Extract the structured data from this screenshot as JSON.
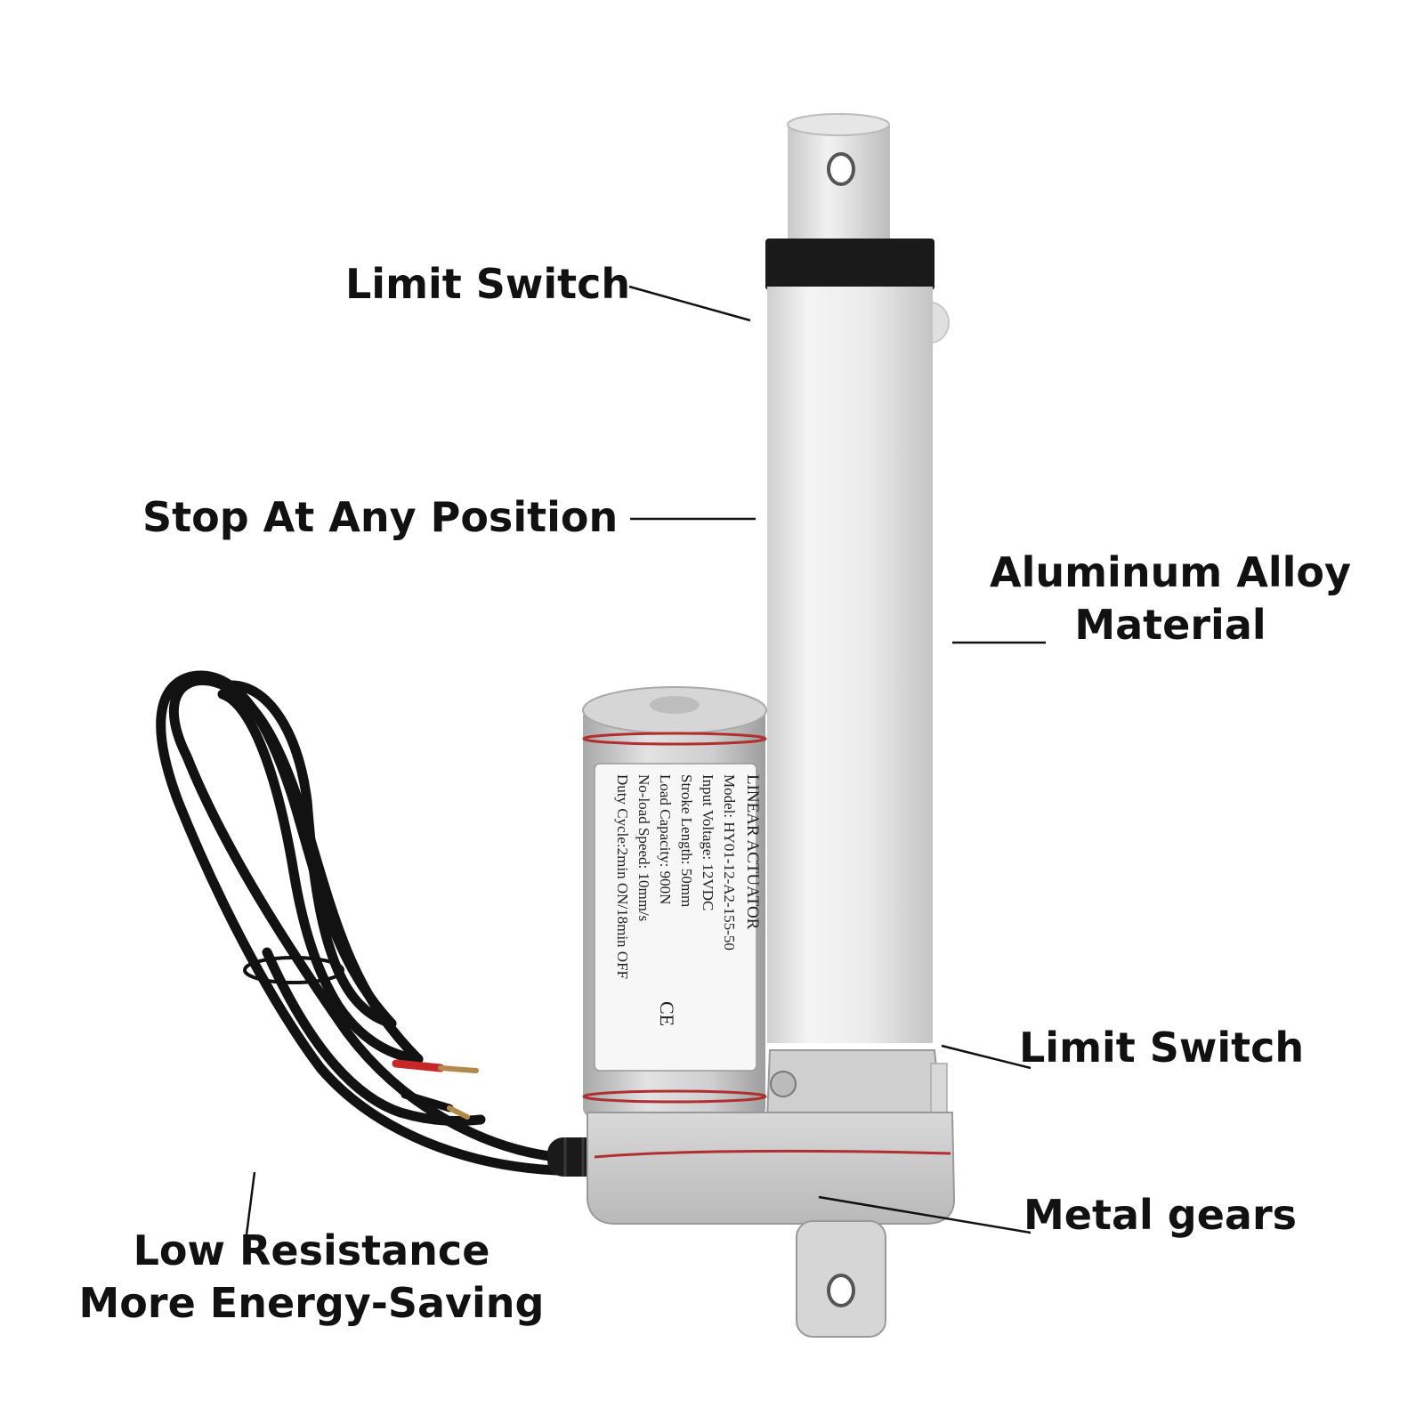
{
  "callouts": {
    "limit_switch_top": "Limit Switch",
    "stop_any_position": "Stop At Any Position",
    "material_line1": "Aluminum Alloy",
    "material_line2": "Material",
    "limit_switch_bottom": "Limit Switch",
    "metal_gears": "Metal gears",
    "resistance_line1": "Low Resistance",
    "resistance_line2": "More Energy-Saving"
  },
  "motor_label": {
    "title": "LINEAR ACTUATOR",
    "lines": [
      "Model: HY01-12-A2-155-50",
      "Input Voltage:        12VDC",
      "Stroke Length:        50mm",
      "Load Capacity:  900N",
      "No-load Speed: 10mm/s",
      "Duty Cycle:2min ON/18min OFF"
    ],
    "mark": "CE"
  },
  "colors": {
    "background": "#ffffff",
    "text": "#111111",
    "tube": "#e9e9e9",
    "rod": "#dcdcdc",
    "collar": "#1a1a1a",
    "motor": "#c9c9c9",
    "red_seal": "#b03030",
    "cable": "#121212"
  }
}
